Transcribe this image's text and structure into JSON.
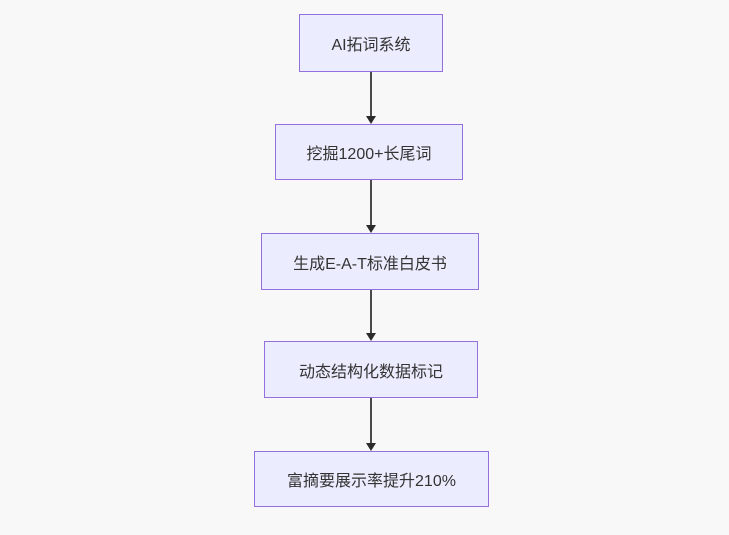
{
  "diagram": {
    "type": "flowchart-top-down",
    "nodes": [
      {
        "id": "node-1",
        "label": "AI拓词系统"
      },
      {
        "id": "node-2",
        "label": "挖掘1200+长尾词"
      },
      {
        "id": "node-3",
        "label": "生成E-A-T标准白皮书"
      },
      {
        "id": "node-4",
        "label": "动态结构化数据标记"
      },
      {
        "id": "node-5",
        "label": "富摘要展示率提升210%"
      }
    ],
    "edges": [
      {
        "from": "node-1",
        "to": "node-2",
        "style": "arrow-down"
      },
      {
        "from": "node-2",
        "to": "node-3",
        "style": "arrow-down"
      },
      {
        "from": "node-3",
        "to": "node-4",
        "style": "arrow-down"
      },
      {
        "from": "node-4",
        "to": "node-5",
        "style": "arrow-down"
      }
    ],
    "colors": {
      "node_fill": "#ECECFF",
      "node_border": "#9370DB",
      "node_text": "#333333",
      "edge_line": "#4b4b4b",
      "arrowhead": "#2b2b2b",
      "background": "#f8f8f8"
    }
  }
}
